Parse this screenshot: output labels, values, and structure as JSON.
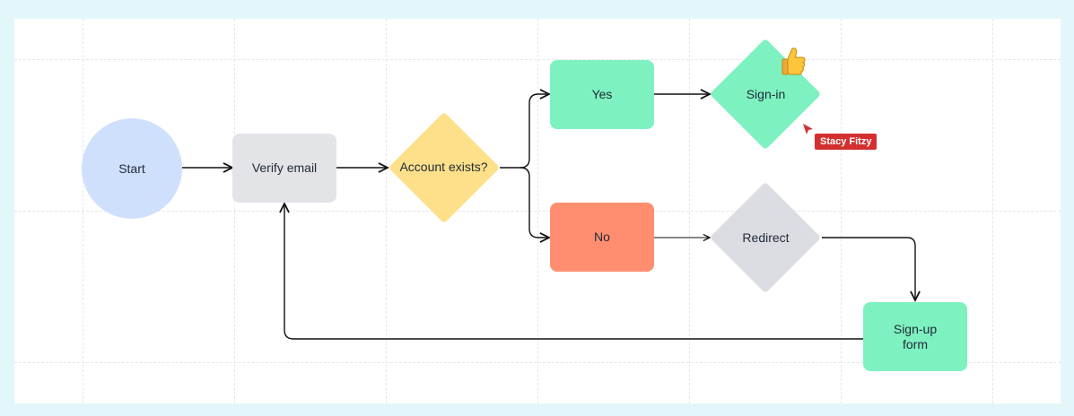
{
  "flowchart": {
    "nodes": {
      "start": "Start",
      "verify_email": "Verify email",
      "account_exists": [
        "Account",
        "exists?"
      ],
      "yes": "Yes",
      "no": "No",
      "sign_in": "Sign-in",
      "redirect": "Redirect",
      "sign_up_form": [
        "Sign-up",
        "form"
      ]
    },
    "colors": {
      "start": "#cfe0fc",
      "verify_email": "#e3e4e8",
      "account_exists": "#fde089",
      "yes": "#7ef1c1",
      "no": "#ff8e70",
      "sign_in": "#7ef1c1",
      "redirect": "#dcdde2",
      "sign_up_form": "#7ef1c1",
      "collaborator_badge": "#d32f2f"
    }
  },
  "collaborator": {
    "name": "Stacy Fitzy",
    "reaction_icon": "thumbs-up-icon",
    "cursor_icon": "pointer-cursor-icon"
  }
}
